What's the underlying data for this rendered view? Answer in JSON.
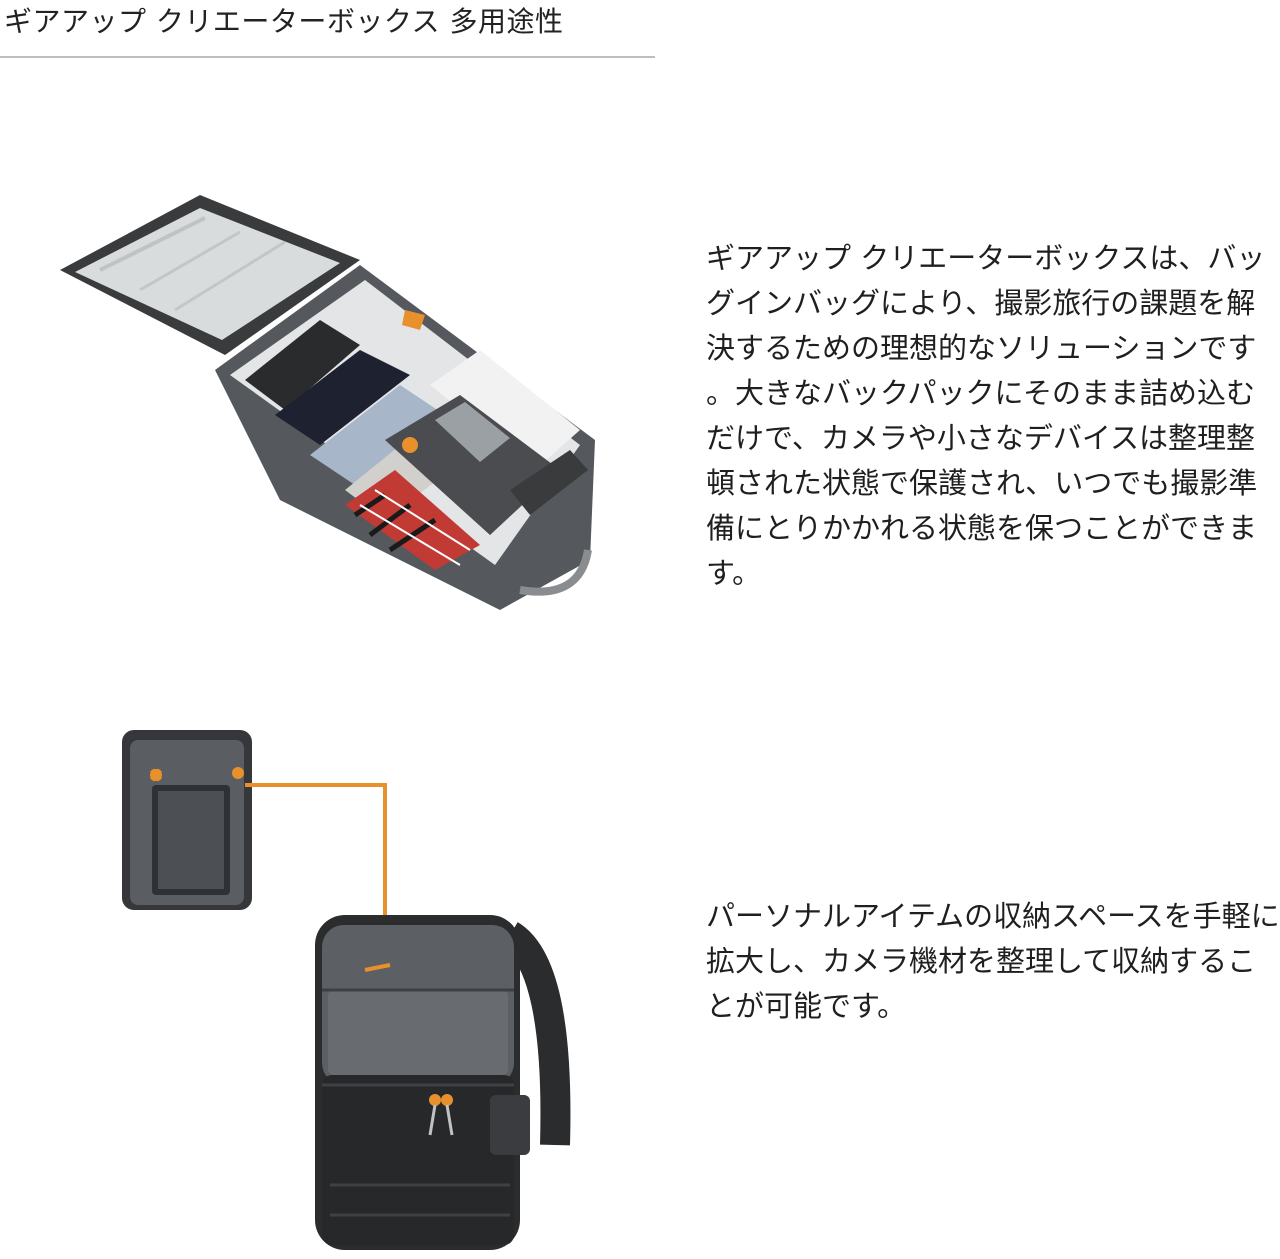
{
  "header": {
    "title": "ギアアップ クリエーターボックス 多用途性"
  },
  "section1": {
    "image_subject": "open backpack with packed clothes and gear box",
    "text": "ギアアップ クリエーターボックスは、バッグインバッグにより、撮影旅行の課題を解決するための理想的なソリューションです。大きなバックパックにそのまま詰め込むだけで、カメラや小さなデバイスは整理整頓された状態で保護され、いつでも撮影準備にとりかかれる状態を保つことができます。"
  },
  "section2": {
    "image_subject": "gear box and backpack with connector line",
    "text": "パーソナルアイテムの収納スペースを手軽に拡大し、カメラ機材を整理して収納することが可能です。"
  },
  "colors": {
    "accent_orange": "#e8912c",
    "bag_gray": "#5c5f63",
    "bag_dark": "#2b2c2e",
    "lining": "#dfe2e3"
  }
}
